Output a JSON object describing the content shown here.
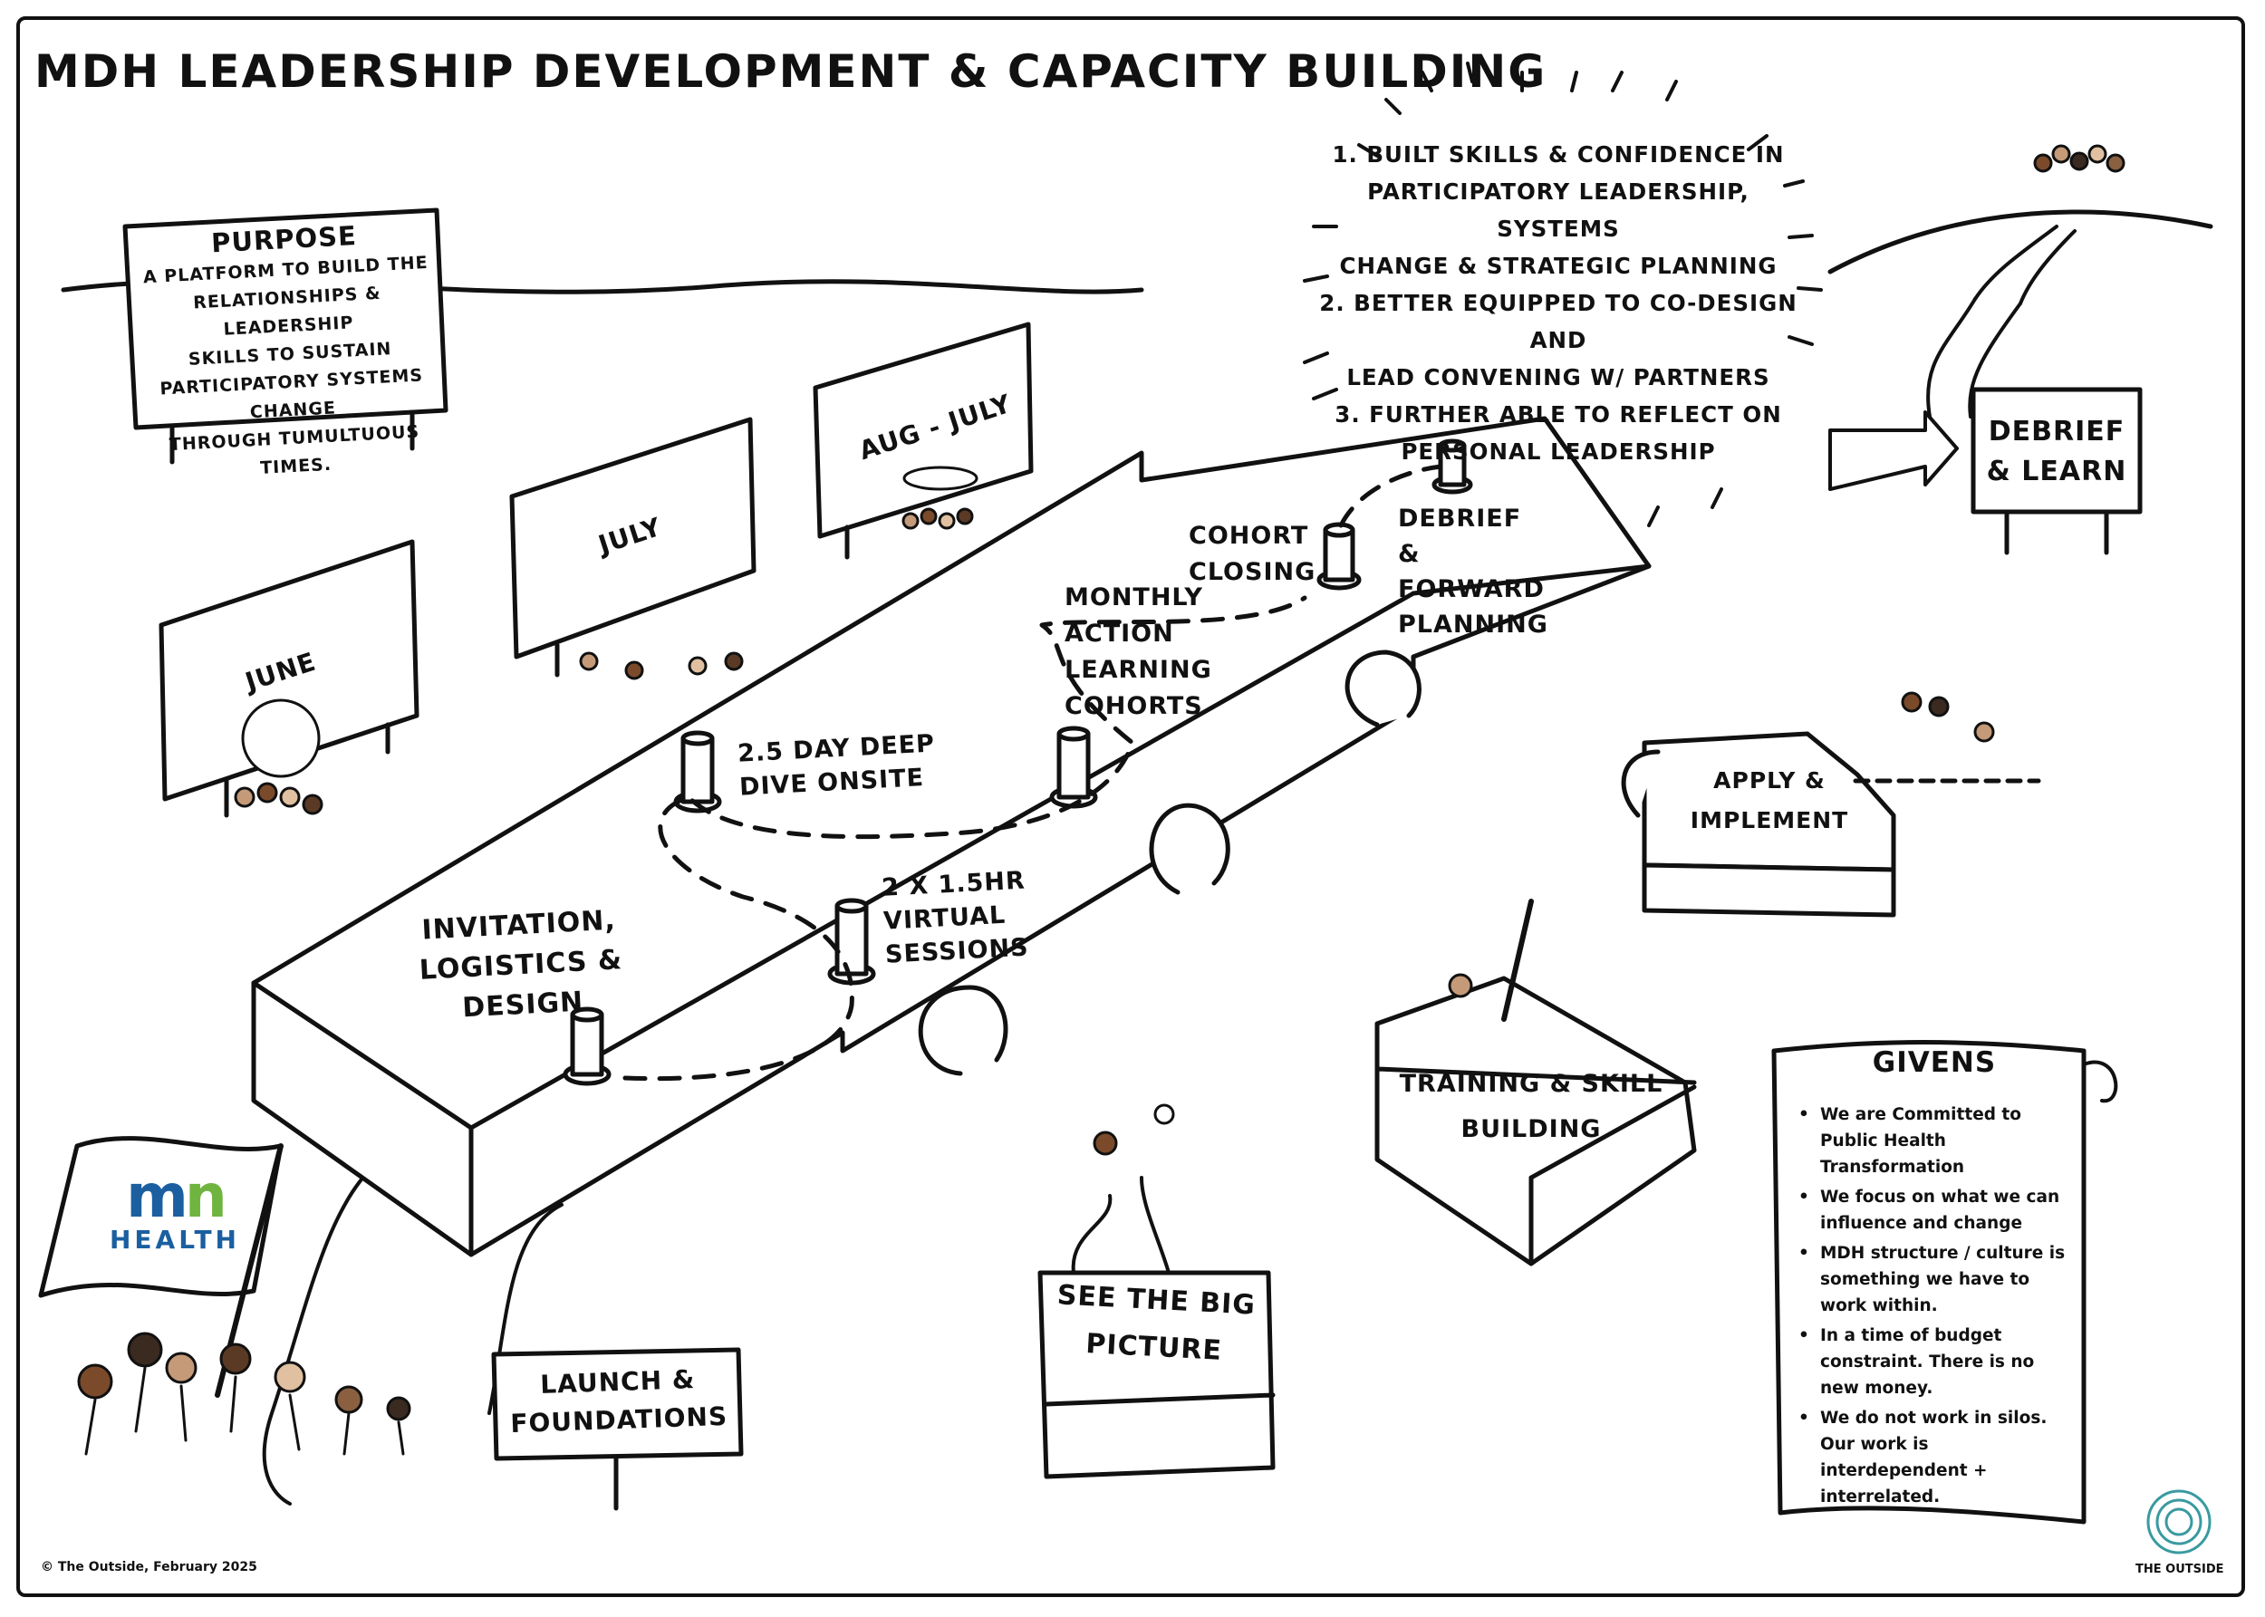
{
  "title": "MDH Leadership Development & capacity building",
  "purpose": {
    "heading": "Purpose",
    "lines": [
      "A platform to build the",
      "relationships & leadership",
      "skills to sustain",
      "participatory systems change",
      "through tumultuous times."
    ]
  },
  "months": [
    "June",
    "July",
    "Aug - July"
  ],
  "outcomes": [
    "1. Built skills & confidence in",
    "participatory leadership, systems",
    "change & strategic planning",
    "2. Better equipped to co-design and",
    "lead convening w/ partners",
    "3. Further able to reflect on",
    "personal leadership"
  ],
  "stages": {
    "invitation": [
      "Invitation,",
      "logistics & design"
    ],
    "virtual": [
      "2 x 1.5hr",
      "virtual sessions"
    ],
    "deep_dive": [
      "2.5 day deep",
      "dive onsite"
    ],
    "monthly": [
      "Monthly",
      "Action",
      "Learning",
      "cohorts"
    ],
    "closing": [
      "Cohort",
      "closing"
    ],
    "debrief_forward": [
      "Debrief &",
      "forward",
      "planning"
    ]
  },
  "pieces": {
    "debrief_learn": [
      "Debrief",
      "& Learn"
    ],
    "apply": [
      "Apply &",
      "implement"
    ],
    "training": [
      "Training & skill",
      "building"
    ],
    "big_picture": [
      "See the big",
      "picture"
    ],
    "launch": [
      "Launch &",
      "Foundations"
    ]
  },
  "givens": {
    "heading": "Givens",
    "items": [
      "We are Committed to Public Health Transformation",
      "We focus on what we can influence and change",
      "MDH structure / culture is something we have to work within.",
      "In a time of budget constraint. There is no new money.",
      "We do not work in silos. Our work is interdependent + interrelated."
    ]
  },
  "logo": {
    "mark_a": "m",
    "mark_b": "n",
    "word": "HEALTH"
  },
  "footer": {
    "copyright": "© The Outside, February 2025",
    "brand": "THE OUTSIDE"
  },
  "colors": {
    "ink": "#111111",
    "mn_blue": "#1b5fa0",
    "mn_green": "#6fb43f",
    "teal": "#3a9aa0"
  }
}
